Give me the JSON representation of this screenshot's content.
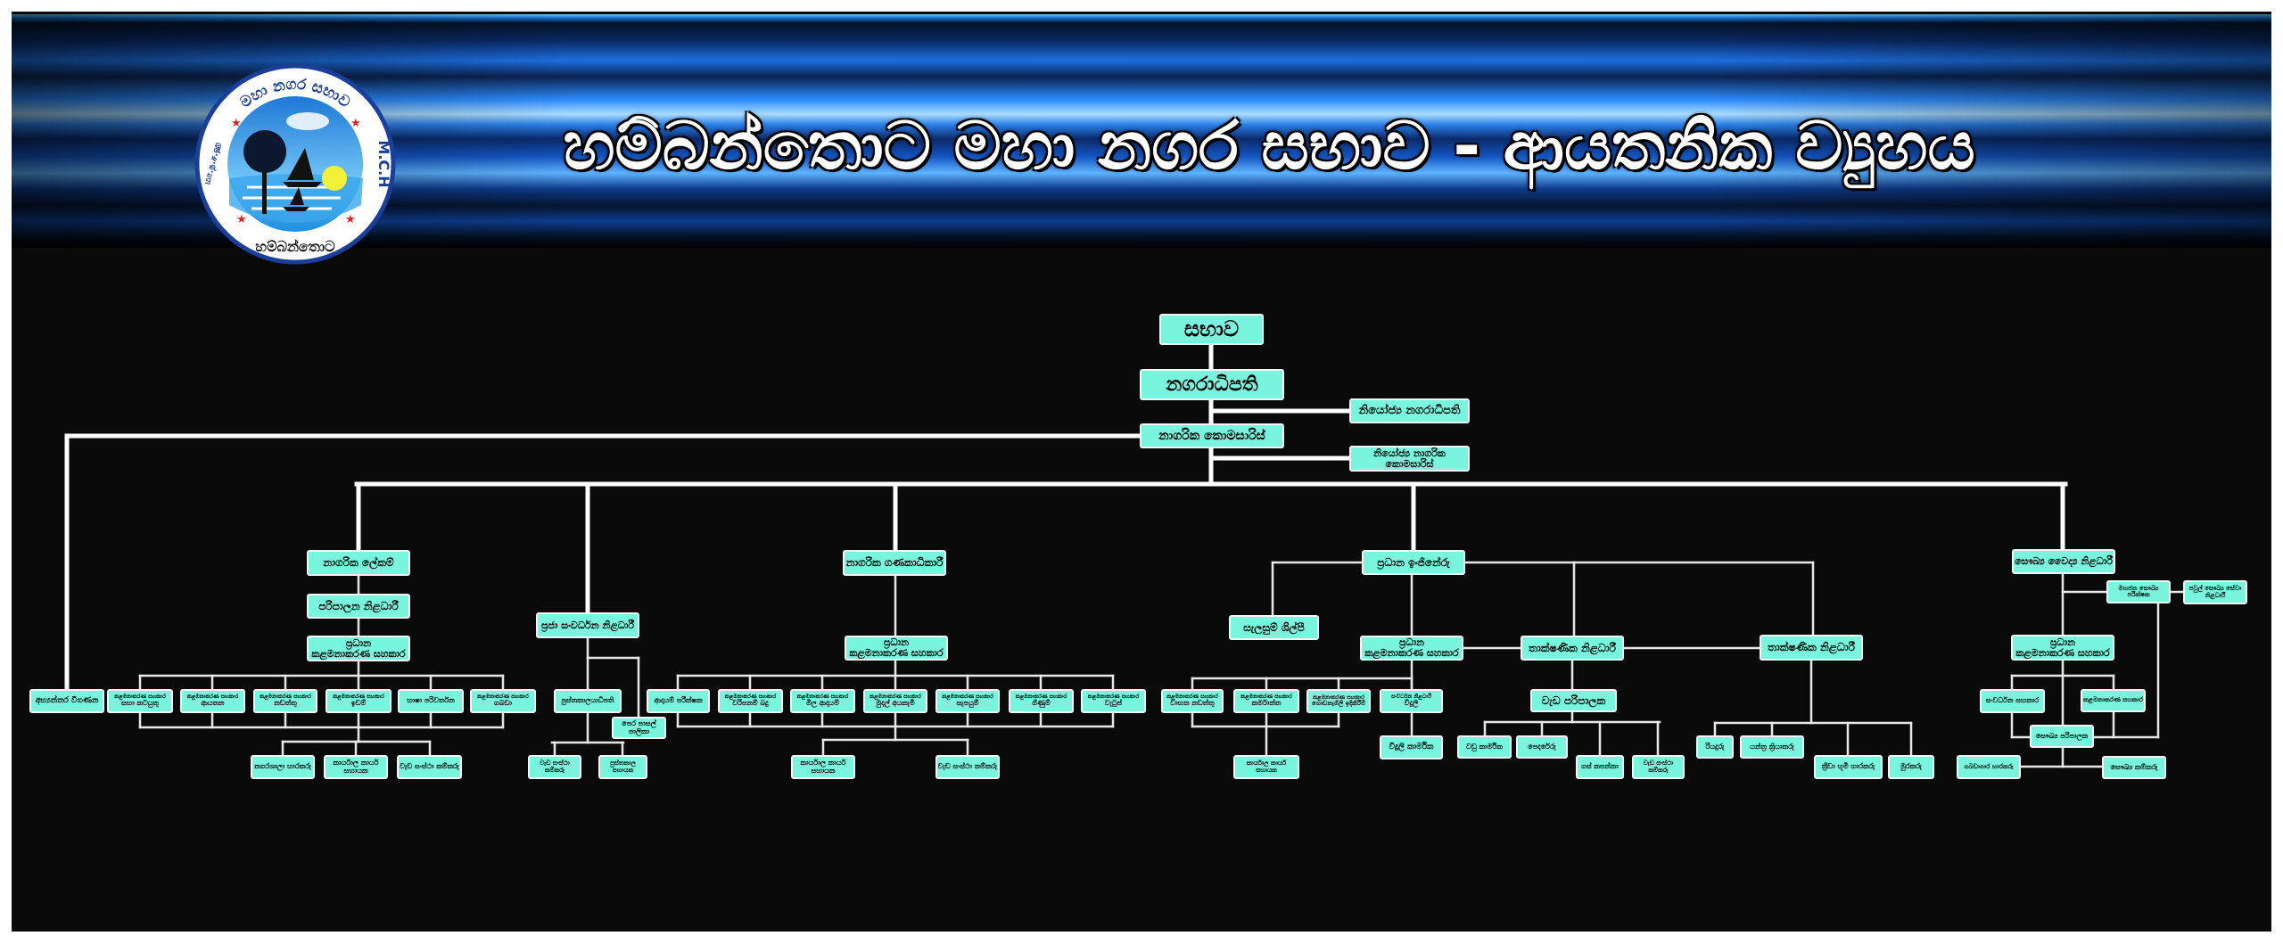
{
  "header": {
    "title": "හම්බන්තොට මහා නගර සභාව - ආයතනික ව්‍යුහය",
    "logo": {
      "top_text": "මහා නගර සභාව",
      "bottom_text": "හම්බන්තොට",
      "right_text": "M.C.H",
      "left_text": "மா.ந.ச.ஹ"
    }
  },
  "colors": {
    "box": "#78f5dc",
    "line": "#ffffff",
    "background": "#0a0a0a"
  },
  "org": {
    "nodes": [
      {
        "title": "සභාව"
      },
      {
        "title": "නගරාධිපති"
      },
      {
        "title": "නියෝජ්‍ය නගරාධිපති"
      },
      {
        "title": "නාගරික කොමසාරිස්"
      },
      {
        "title": "නියෝජ්‍ය නාගරික කොමසාරිස්"
      },
      {
        "title": "අභ්‍යන්තර විගණන"
      },
      {
        "title": "නාගරික ලේකම්"
      },
      {
        "title": "පරිපාලන නිළධාරී"
      },
      {
        "sub": "ප්‍රධාන",
        "title": "කළමනාකරණ සහකාර"
      },
      {
        "sub": "කළමනාකරණ සහකාර",
        "title": "සභා කටයුතු"
      },
      {
        "sub": "කළමනාකරණ සහකාර",
        "title": "ආයතන"
      },
      {
        "sub": "කළමනාකරණ සහකාර",
        "title": "නඩත්තු"
      },
      {
        "sub": "කළමනාකරණ සහකාර",
        "title": "ඉඩම්"
      },
      {
        "title": "භාෂා පරිවර්තන"
      },
      {
        "sub": "කළමනාකරණ සහකාර",
        "title": "ගබඩා"
      },
      {
        "title": "නගරශාලා භාරකරු"
      },
      {
        "title": "කාර්යාල කාර්ය සහායක"
      },
      {
        "title": "වැඩ සංස්ථා කම්කරු"
      },
      {
        "title": "ප්‍රජා සංවර්ධන නිළධාරී"
      },
      {
        "title": "පුස්තකාලයාධිපති"
      },
      {
        "title": "පෙර පාසල් පාලිකා"
      },
      {
        "title": "වැඩ සංස්ථා කම්කරු"
      },
      {
        "title": "පුස්තකාල සහායක"
      },
      {
        "title": "නාගරික ගණකාධිකාරී"
      },
      {
        "sub": "ප්‍රධාන",
        "title": "කළමනාකරණ සහකාර"
      },
      {
        "title": "ආදායම් පරීක්ෂක"
      },
      {
        "sub": "කළමනාකරණ සහකාර",
        "title": "වරිපනම් බදු"
      },
      {
        "sub": "කළමනාකරණ සහකාර",
        "title": "මිල ආදායම්"
      },
      {
        "sub": "කළමනාකරණ සහකාර",
        "title": "මුදල් අයකැමි"
      },
      {
        "sub": "කළමනාකරණ සහකාර",
        "title": "සැපයුම්"
      },
      {
        "sub": "කළමනාකරණ සහකාර",
        "title": "ගිණුම්"
      },
      {
        "sub": "කළමනාකරණ සහකාර",
        "title": "වැටුප්"
      },
      {
        "title": "කාර්යාල කාර්ය සහායක"
      },
      {
        "title": "වැඩ සංස්ථා කම්කරු"
      },
      {
        "title": "ප්‍රධාන ඉංජිනේරු"
      },
      {
        "title": "සැලසුම් ශිල්පී"
      },
      {
        "sub": "ප්‍රධාන",
        "title": "කළමනාකරණ සහකාර"
      },
      {
        "title": "තාක්ෂණික නිළධාරී"
      },
      {
        "sub": "කළමනාකරණ සහකාර",
        "title": "වාහන නඩත්තු"
      },
      {
        "sub": "කළමනාකරණ සහකාර",
        "title": "කර්මාන්ත"
      },
      {
        "sub": "කළමනාකරණ සහකාර",
        "title": "ගොඩනැගිලි ඉදිකිරීම්"
      },
      {
        "sub": "සංවර්ධන නිළධාරී",
        "title": "විදුලි"
      },
      {
        "title": "කාර්යාල කාර්ය සහායක"
      },
      {
        "title": "විදුලි කාර්මික"
      },
      {
        "title": "වැඩ පරිපාලක"
      },
      {
        "title": "වඩු කාර්මික"
      },
      {
        "title": "පෙදරේරු"
      },
      {
        "title": "ගස් කපන්නා"
      },
      {
        "title": "වැඩ සංස්ථා කම්කරු"
      },
      {
        "title": "තාක්ෂණික නිළධාරී"
      },
      {
        "title": "රියදුරු"
      },
      {
        "title": "යන්ත්‍ර ක්‍රියාකරු"
      },
      {
        "title": "ක්‍රීඩා භූමි භාරකරු"
      },
      {
        "title": "මුරකරු"
      },
      {
        "title": "සෞඛ්‍ය වෛද්‍ය නිළධාරී"
      },
      {
        "title": "මහජන සෞඛ්‍ය පරීක්ෂක"
      },
      {
        "title": "පවුල් සෞඛ්‍ය සේවා නිළධාරී"
      },
      {
        "sub": "ප්‍රධාන",
        "title": "කළමනාකරණ සහකාර"
      },
      {
        "title": "සංවර්ධන සහකාර"
      },
      {
        "title": "කළමනාකරණ සහකාර"
      },
      {
        "title": "සෞඛ්‍ය පරිපාලක"
      },
      {
        "title": "ගබඩාගාර භාරකරු"
      },
      {
        "title": "සෞඛ්‍ය කම්කරු"
      }
    ]
  }
}
